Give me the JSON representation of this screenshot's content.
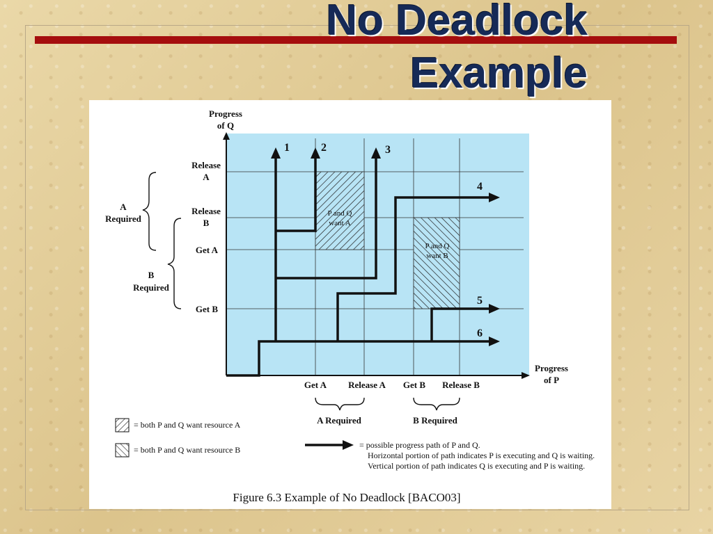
{
  "slide": {
    "title_line1": "No Deadlock",
    "title_line2": "Example"
  },
  "diagram": {
    "y_axis_label_1": "Progress",
    "y_axis_label_2": "of Q",
    "x_axis_label_1": "Progress",
    "x_axis_label_2": "of P",
    "y_ticks": {
      "release_a_1": "Release",
      "release_a_2": "A",
      "release_b_1": "Release",
      "release_b_2": "B",
      "get_a": "Get A",
      "get_b": "Get B"
    },
    "x_ticks": {
      "get_a": "Get A",
      "release_a": "Release A",
      "get_b": "Get B",
      "release_b": "Release B"
    },
    "brace_labels": {
      "a_required_1": "A",
      "a_required_2": "Required",
      "b_required_1": "B",
      "b_required_2": "Required",
      "x_a_required": "A Required",
      "x_b_required": "B Required"
    },
    "region_a_1": "P and Q",
    "region_a_2": "want A",
    "region_b_1": "P and Q",
    "region_b_2": "want B",
    "path_labels": [
      "1",
      "2",
      "3",
      "4",
      "5",
      "6"
    ],
    "legend": {
      "hatch_a": "= both P and Q want resource A",
      "hatch_b": "= both P and Q want resource B",
      "path_1": "= possible progress path of P and Q.",
      "path_2": "Horizontal portion of path indicates P is executing and Q is waiting.",
      "path_3": "Vertical portion of path indicates Q is executing and P is waiting."
    },
    "caption": "Figure 6.3   Example of No Deadlock [BACO03]",
    "colors": {
      "plot_background": "#b8e4f5",
      "title": "#162a57",
      "title_bar": "#a50e0e"
    }
  }
}
